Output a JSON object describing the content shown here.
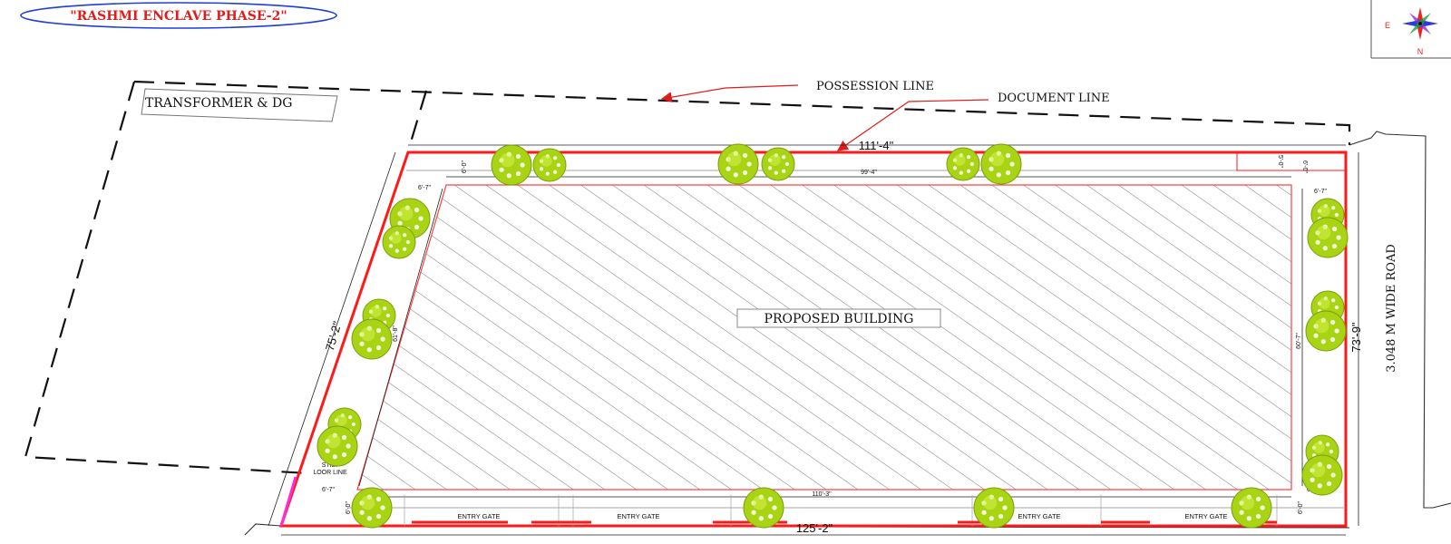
{
  "title": "\"RASHMI ENCLAVE PHASE-2\"",
  "labels": {
    "transformer": "TRANSFORMER & DG",
    "possession_line": "POSSESSION LINE",
    "document_line": "DOCUMENT LINE",
    "proposed_building": "PROPOSED BUILDING",
    "road": "3.048 M WIDE ROAD",
    "stilt_line_1": "STILT",
    "stilt_line_2": "LOOR LINE"
  },
  "dimensions": {
    "top": "111'-4\"",
    "bottom": "125'-2\"",
    "left": "75'-2\"",
    "right": "73'-9\"",
    "inner_top": "99'-4\"",
    "inner_bottom": "110'-3\"",
    "setback_top_left": "6'-7\"",
    "setback_top_right": "6'-7\"",
    "setback_bottom_left": "6'-7\"",
    "setback_bottom_right": "6'-7\"",
    "small_top_left": "6'-0\"",
    "small_top_right": "6'-0\"",
    "small_bottom_left": "6'-0\"",
    "small_bottom_right": "6'-0\"",
    "inner_left": "61'-8\"",
    "inner_right": "60'-7\"",
    "corner_box": "5'-0\""
  },
  "entry_gates": [
    "ENTRY GATE",
    "ENTRY GATE",
    "ENTRY GATE",
    "ENTRY GATE"
  ],
  "compass": {
    "e": "E",
    "n": "N"
  },
  "colors": {
    "plot_boundary": "#ff1a1a",
    "tree_fill": "#a8d414",
    "hatch": "#555555",
    "title_text": "#e41b1b",
    "title_ellipse": "#1f3fd8",
    "pink_edge": "#ff2bd6"
  }
}
